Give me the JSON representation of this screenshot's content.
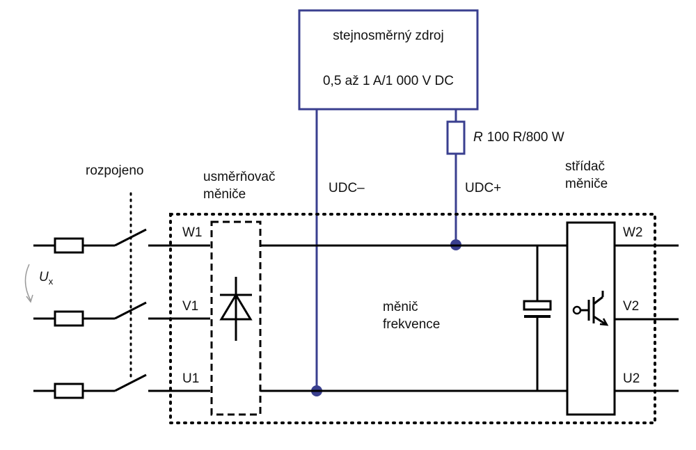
{
  "source": {
    "line1": "stejnosměrný zdroj",
    "line2": "0,5 až 1 A/1 000 V DC"
  },
  "resistor": {
    "symbol": "R",
    "value": "100 R/800 W"
  },
  "dc_labels": {
    "minus": "UDC–",
    "plus": "UDC+"
  },
  "switch_label": "rozpojeno",
  "rectifier_label": {
    "line1": "usměrňovač",
    "line2": "měniče"
  },
  "inverter_label": {
    "line1": "střídač",
    "line2": "měniče"
  },
  "converter_label": {
    "line1": "měnič",
    "line2": "frekvence"
  },
  "voltage": {
    "symbol": "U",
    "subscript": "x"
  },
  "inputs": [
    "W1",
    "V1",
    "U1"
  ],
  "outputs": [
    "W2",
    "V2",
    "U2"
  ],
  "colors": {
    "dc_link": "#3a3f8f",
    "wire": "#000000"
  }
}
